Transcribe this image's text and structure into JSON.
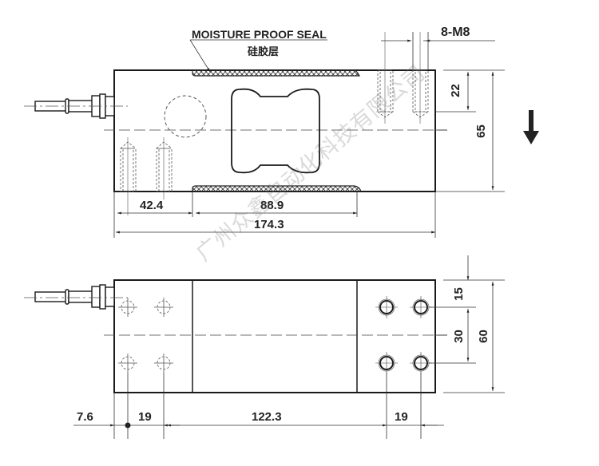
{
  "title": "Single point load cell dimension drawing",
  "annotations": {
    "seal_label_en": "MOISTURE  PROOF SEAL",
    "seal_label_cn": "硅胶层",
    "thread_spec": "8-M8",
    "load_direction": "down-arrow"
  },
  "top_view": {
    "dims": {
      "left_offset": "42.4",
      "seal_length": "88.9",
      "total_length": "174.3",
      "thread_depth": "22",
      "height": "65"
    }
  },
  "bottom_view": {
    "dims": {
      "hole_edge_offset": "7.6",
      "hole_spacing_left": "19",
      "center_span": "122.3",
      "hole_spacing_right": "19",
      "hole_top_offset": "15",
      "hole_row_spacing": "30",
      "width": "60"
    }
  },
  "watermark": "广州众鑫自动化科技有限公司",
  "colors": {
    "line": "#1a1a1a",
    "thin_line": "#444444",
    "background": "#ffffff"
  }
}
